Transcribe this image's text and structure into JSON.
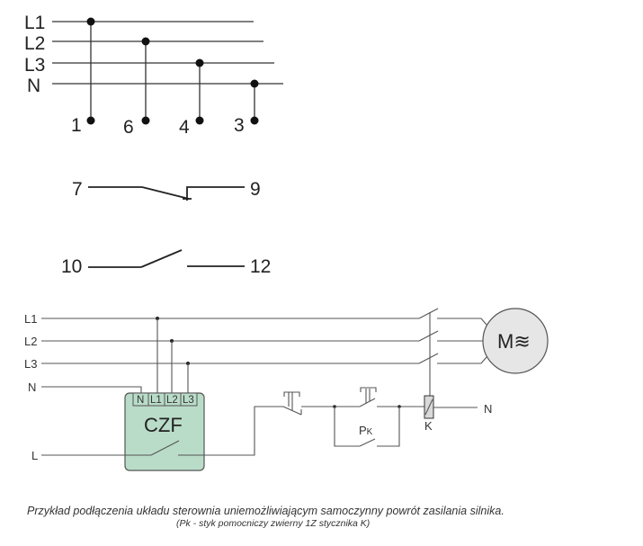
{
  "top_bus": {
    "lines": [
      {
        "label": "L1",
        "terminal": "1"
      },
      {
        "label": "L2",
        "terminal": "6"
      },
      {
        "label": "L3",
        "terminal": "4"
      },
      {
        "label": "N",
        "terminal": "3"
      }
    ]
  },
  "contact_nc": {
    "left_terminal": "7",
    "right_terminal": "9"
  },
  "contact_no": {
    "left_terminal": "10",
    "right_terminal": "12"
  },
  "schematic": {
    "supply_labels": [
      "L1",
      "L2",
      "L3",
      "N",
      "L"
    ],
    "czf": {
      "name": "CZF",
      "terminals": [
        "N",
        "L1",
        "L2",
        "L3"
      ],
      "color": "#b9dcc8"
    },
    "motor_label": "M≋",
    "auxiliary_contact_label": "Pk",
    "auxiliary_contact_subscript": "K",
    "contactor_coil_label": "K",
    "coil_neutral_label": "N"
  },
  "caption": {
    "line1": "Przykład podłączenia układu sterownia uniemożliwiającym samoczynny powrót zasilania silnika.",
    "line2": "(Pk - styk pomocniczy zwierny 1Z stycznika K)"
  }
}
